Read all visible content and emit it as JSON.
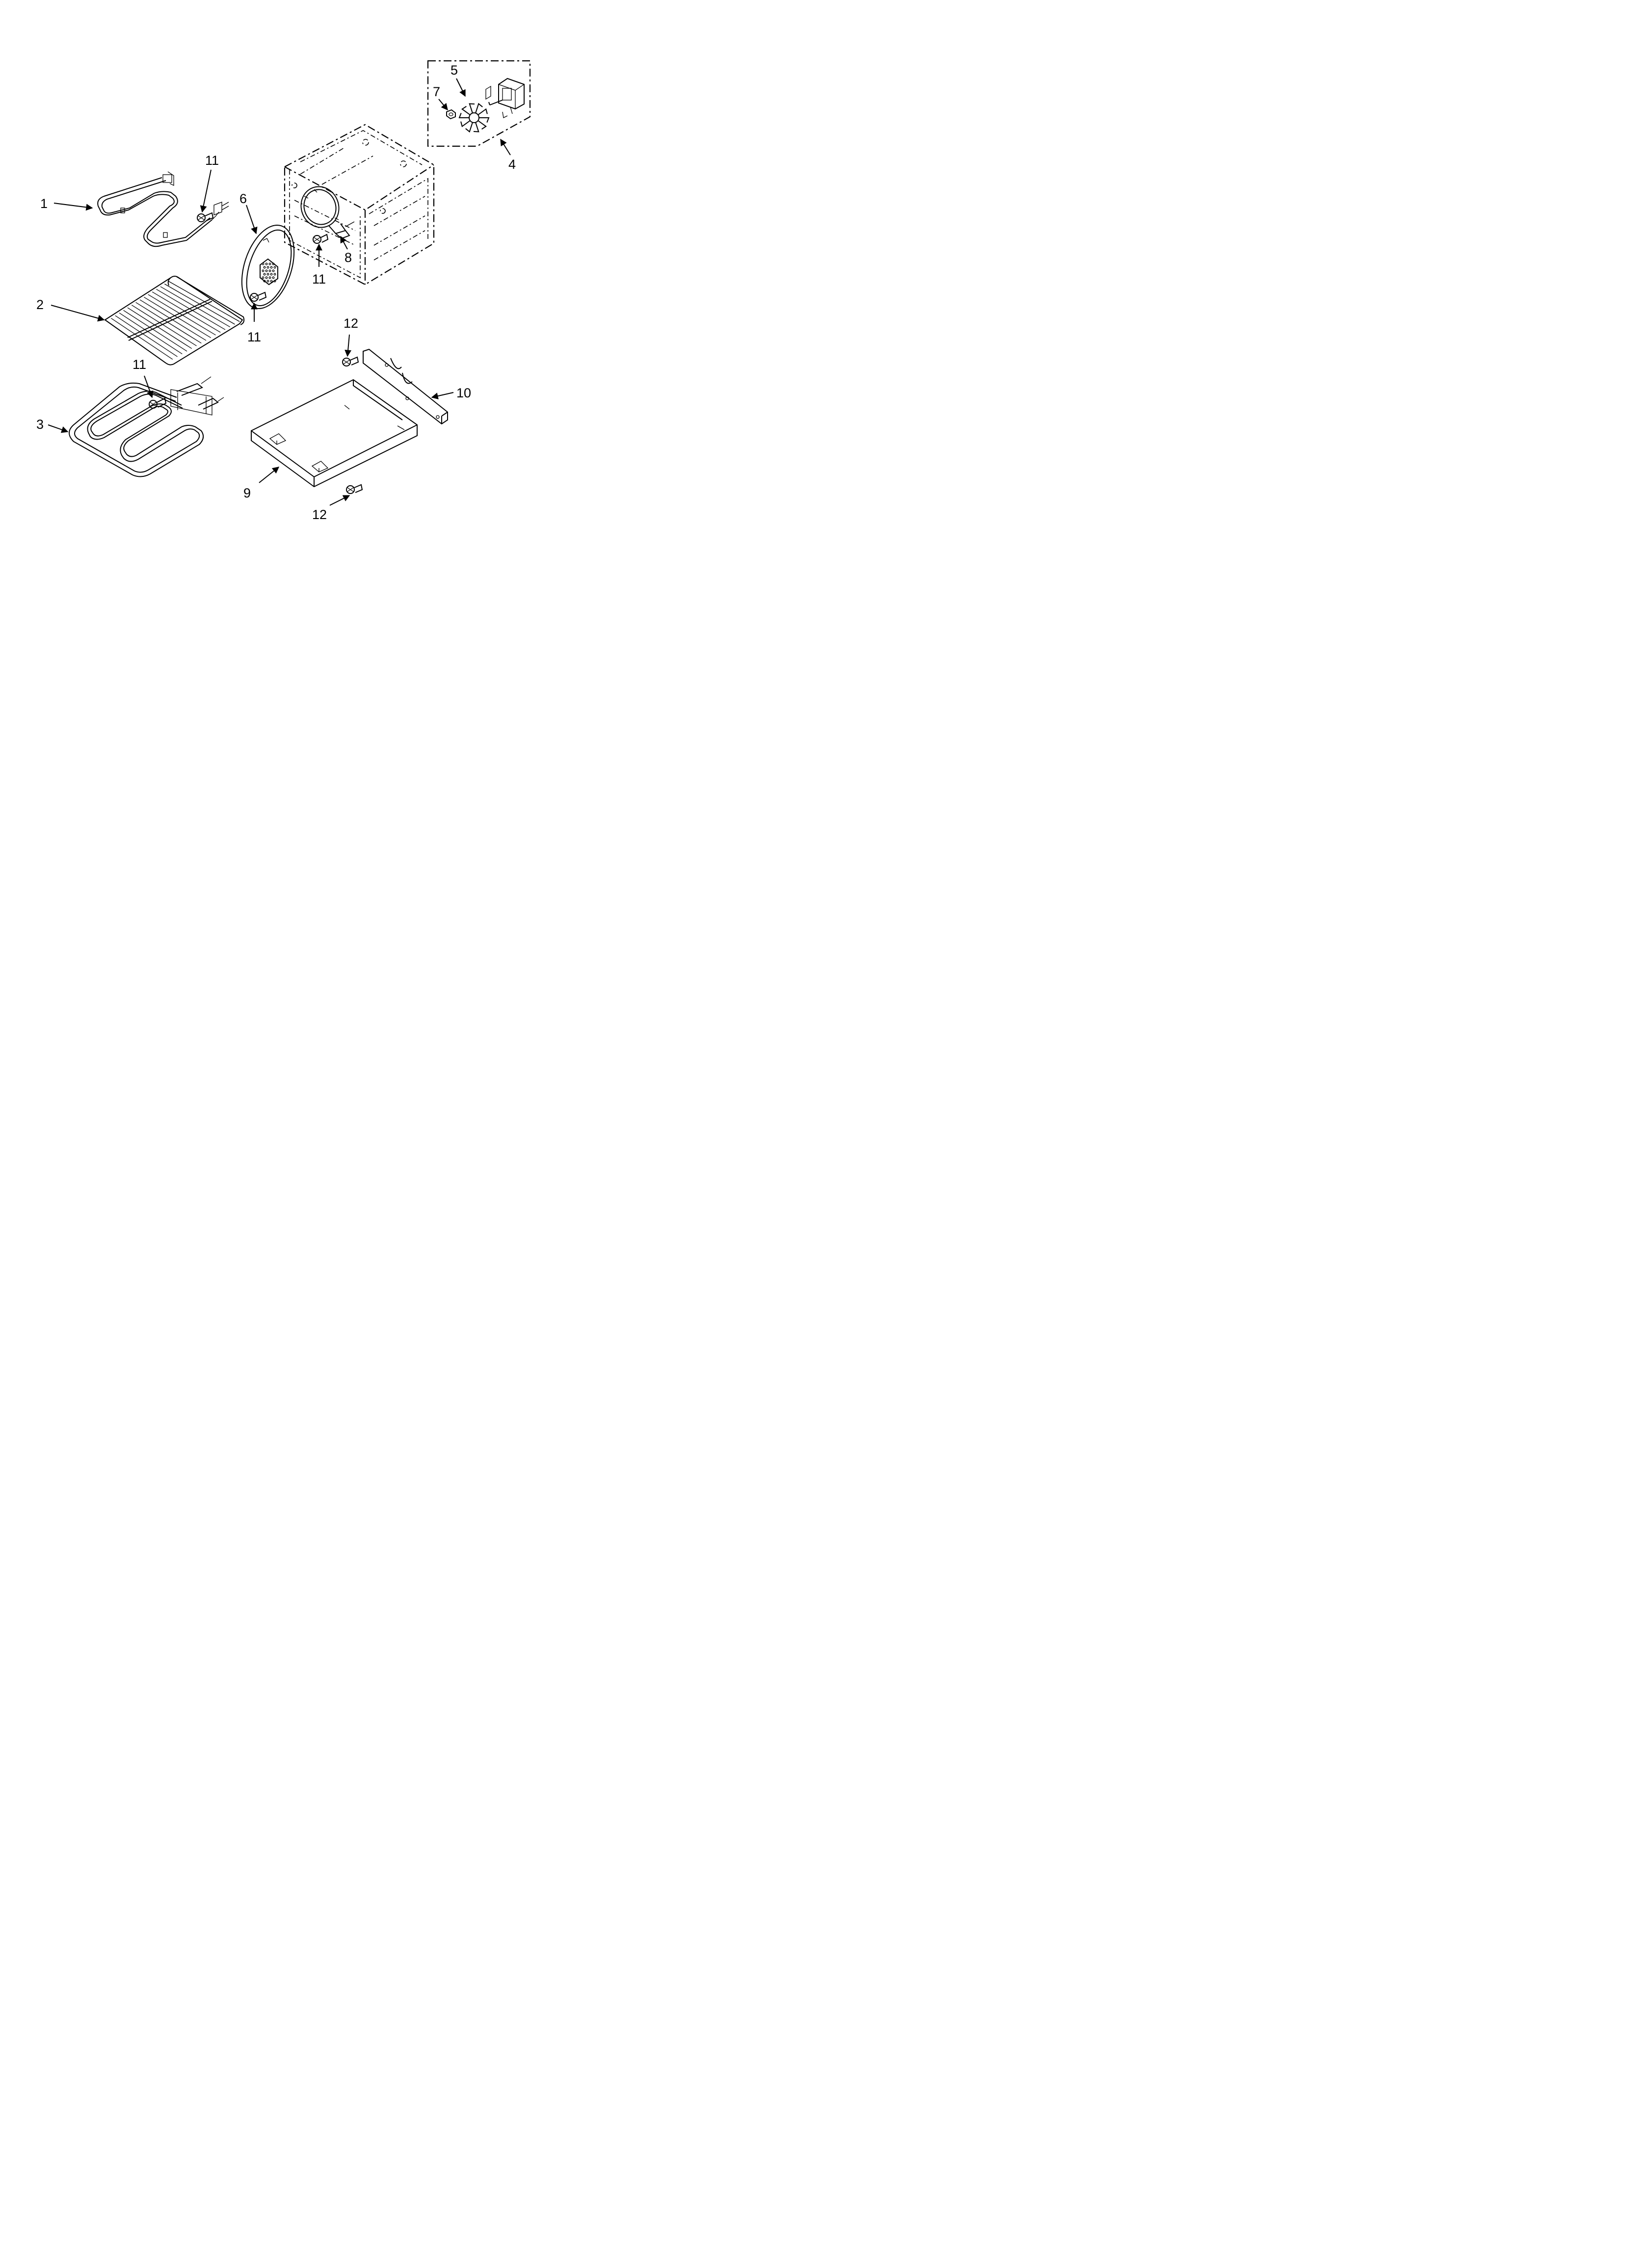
{
  "callouts": [
    {
      "id": "1",
      "text": "1"
    },
    {
      "id": "2",
      "text": "2"
    },
    {
      "id": "3",
      "text": "3"
    },
    {
      "id": "4",
      "text": "4"
    },
    {
      "id": "5",
      "text": "5"
    },
    {
      "id": "6",
      "text": "6"
    },
    {
      "id": "7",
      "text": "7"
    },
    {
      "id": "8",
      "text": "8"
    },
    {
      "id": "9",
      "text": "9"
    },
    {
      "id": "10",
      "text": "10"
    },
    {
      "id": "11a",
      "text": "11"
    },
    {
      "id": "11b",
      "text": "11"
    },
    {
      "id": "11c",
      "text": "11"
    },
    {
      "id": "11d",
      "text": "11"
    },
    {
      "id": "12a",
      "text": "12"
    },
    {
      "id": "12b",
      "text": "12"
    }
  ]
}
